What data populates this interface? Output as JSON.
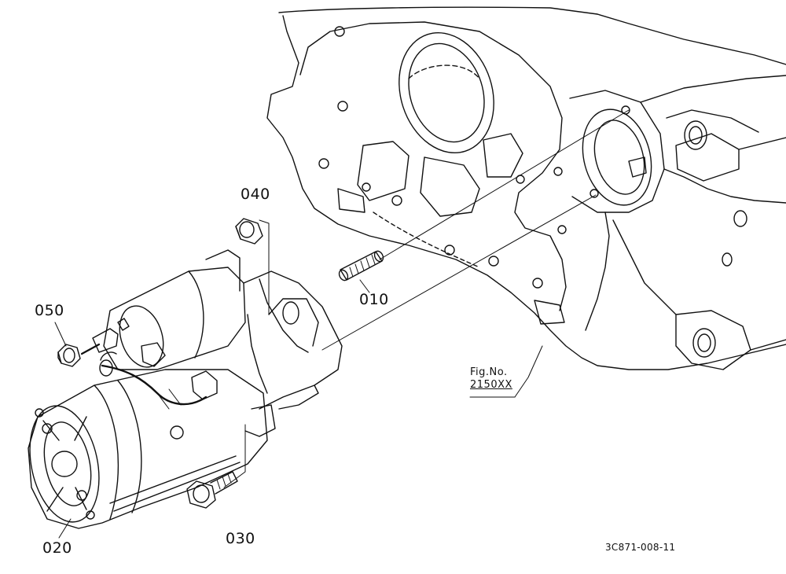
{
  "parts": [
    {
      "id": "p010",
      "label": "010"
    },
    {
      "id": "p020",
      "label": "020"
    },
    {
      "id": "p030",
      "label": "030"
    },
    {
      "id": "p040",
      "label": "040"
    },
    {
      "id": "p050",
      "label": "050"
    }
  ],
  "figure_ref": {
    "line1": "Fig.No.",
    "line2": "2150XX"
  },
  "drawing_code": "3C871-008-11",
  "colors": {
    "line": "#111111",
    "background": "#ffffff"
  }
}
